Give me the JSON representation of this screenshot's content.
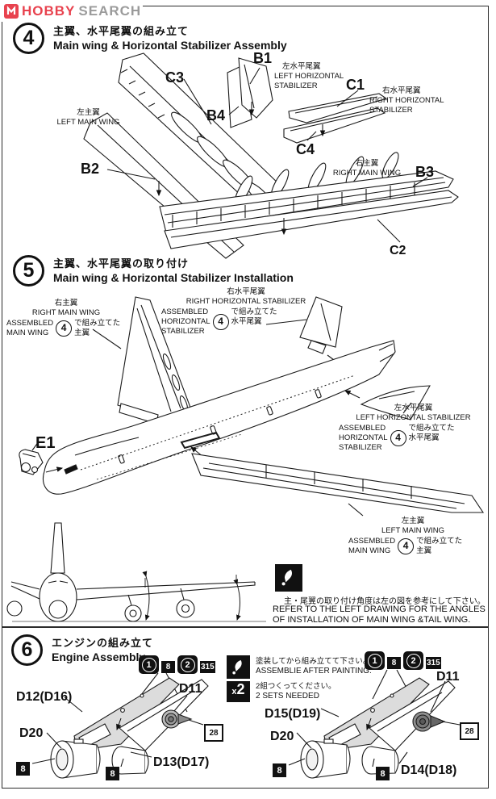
{
  "colors": {
    "logo_red": "#e8424e",
    "logo_gray": "#9b9b9b",
    "shade_gray": "#dcdcdc",
    "line_black": "#1a1a1a"
  },
  "logo": {
    "hobby": "HOBBY",
    "search": "SEARCH"
  },
  "step4": {
    "number": "4",
    "title_jp": "主翼、水平尾翼の組み立て",
    "title_en": "Main wing & Horizontal Stabilizer Assembly",
    "parts": {
      "c3": "C3",
      "b2": "B2",
      "b1": "B1",
      "b4": "B4",
      "c1": "C1",
      "c4": "C4",
      "b3": "B3",
      "c2": "C2"
    },
    "left_wing_jp": "左主翼",
    "left_wing_en": "LEFT MAIN WING",
    "left_stab_jp": "左水平尾翼",
    "left_stab_en1": "LEFT HORIZONTAL",
    "left_stab_en2": "STABILIZER",
    "right_stab_jp": "右水平尾翼",
    "right_stab_en1": "RIGHT HORIZONTAL",
    "right_stab_en2": "STABILIZER",
    "right_wing_jp": "右主翼",
    "right_wing_en": "RIGHT MAIN WING"
  },
  "step5": {
    "number": "5",
    "ref": "4",
    "title_jp": "主翼、水平尾翼の取り付け",
    "title_en": "Main wing & Horizontal Stabilizer Installation",
    "e1": "E1",
    "right_wing": {
      "jp": "右主翼",
      "en": "RIGHT MAIN WING",
      "a1": "ASSEMBLED",
      "a2": "MAIN WING",
      "b1": "で組み立てた",
      "b2": "主翼"
    },
    "right_stab": {
      "jp": "右水平尾翼",
      "en": "RIGHT HORIZONTAL STABILIZER",
      "a1": "ASSEMBLED",
      "a2": "HORIZONTAL",
      "a3": "STABILIZER",
      "b1": "で組み立てた",
      "b2": "水平尾翼"
    },
    "left_stab": {
      "jp": "左水平尾翼",
      "en": "LEFT HORIZONTAL STABILIZER",
      "a1": "ASSEMBLED",
      "a2": "HORIZONTAL",
      "a3": "STABILIZER",
      "b1": "で組み立てた",
      "b2": "水平尾翼"
    },
    "left_wing": {
      "jp": "左主翼",
      "en": "LEFT MAIN WING",
      "a1": "ASSEMBLED",
      "a2": "MAIN WING",
      "b1": "で組み立てた",
      "b2": "主翼"
    },
    "note": {
      "jp": "主・尾翼の取り付け角度は左の図を参考にして下さい。",
      "en1": "REFER TO THE LEFT DRAWING FOR THE ANGLES",
      "en2": "OF INSTALLATION OF MAIN WING &TAIL WING."
    }
  },
  "step6": {
    "number": "6",
    "title_jp": "エンジンの組み立て",
    "title_en": "Engine Assembly",
    "paint": {
      "jp": "塗装してから組み立てて下さい。",
      "en": "ASSEMBLIE AFTER PAINTING."
    },
    "sets": {
      "jp": "2組つくってください。",
      "en": "2 SETS NEEDED",
      "x": "x",
      "n": "2"
    },
    "chips": {
      "one": "1",
      "eight": "8",
      "two": "2",
      "c315": "315",
      "c28": "28"
    },
    "left": {
      "p1": "D12(D16)",
      "p2": "D11",
      "p3": "D20",
      "p4": "D13(D17)"
    },
    "right": {
      "p1": "D15(D19)",
      "p2": "D11",
      "p3": "D20",
      "p4": "D14(D18)"
    }
  }
}
